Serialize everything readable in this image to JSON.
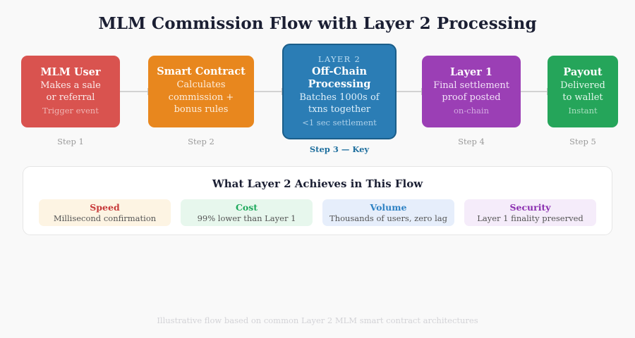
{
  "title": "MLM Commission Flow with Layer 2 Processing",
  "flow": {
    "cards": [
      {
        "eyebrow": "",
        "heading": "MLM User",
        "body": "Makes a sale\nor referral",
        "sub": "Trigger event",
        "color": "#d9534f",
        "step_label": "Step 1",
        "highlighted": false
      },
      {
        "eyebrow": "",
        "heading": "Smart Contract",
        "body": "Calculates\ncommission +\nbonus rules",
        "sub": "",
        "color": "#e8871e",
        "step_label": "Step 2",
        "highlighted": false
      },
      {
        "eyebrow": "LAYER 2",
        "heading": "Off-Chain\nProcessing",
        "body": "Batches 1000s of\ntxns together",
        "sub": "<1 sec settlement",
        "color": "#2b7db5",
        "border_color": "#1b5e8a",
        "step_label": "Step 3 — Key",
        "highlighted": true
      },
      {
        "eyebrow": "",
        "heading": "Layer 1",
        "body": "Final settlement\nproof posted",
        "sub": "on-chain",
        "color": "#9b3fb5",
        "step_label": "Step 4",
        "highlighted": false
      },
      {
        "eyebrow": "",
        "heading": "Payout",
        "body": "Delivered\nto wallet",
        "sub": "Instant",
        "color": "#25a55a",
        "step_label": "Step 5",
        "highlighted": false
      }
    ],
    "connector_color": "#d2d2d2"
  },
  "panel": {
    "title": "What Layer 2 Achieves in This Flow",
    "chips": [
      {
        "title": "Speed",
        "desc": "Millisecond confirmation",
        "title_color": "#c73a3a",
        "bg_color": "#fdf4e3"
      },
      {
        "title": "Cost",
        "desc": "99% lower than Layer 1",
        "title_color": "#1ea95c",
        "bg_color": "#e7f7ed"
      },
      {
        "title": "Volume",
        "desc": "Thousands of users, zero lag",
        "title_color": "#2e82c4",
        "bg_color": "#e6eefb"
      },
      {
        "title": "Security",
        "desc": "Layer 1 finality preserved",
        "title_color": "#8b2fb0",
        "bg_color": "#f5ecfa"
      }
    ]
  },
  "footer": "Illustrative flow based on common Layer 2 MLM smart contract architectures"
}
